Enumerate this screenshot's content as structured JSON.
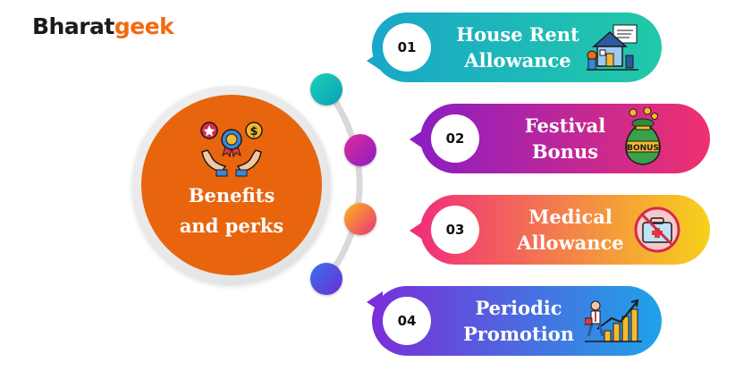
{
  "brand": {
    "part1": "Bharat",
    "part2": "geek"
  },
  "center": {
    "title": "Benefits\nand perks",
    "icon": "hands-award-icon"
  },
  "items": [
    {
      "number": "01",
      "label": "House Rent\nAllowance",
      "icon": "house-icon",
      "gradient": [
        "#1aa7c9",
        "#21c9a8"
      ]
    },
    {
      "number": "02",
      "label": "Festival\nBonus",
      "icon": "money-bag-icon",
      "gradient": [
        "#8b1ec2",
        "#f0306f"
      ]
    },
    {
      "number": "03",
      "label": "Medical\nAllowance",
      "icon": "medical-kit-icon",
      "gradient": [
        "#f0307a",
        "#f7d21a"
      ]
    },
    {
      "number": "04",
      "label": "Periodic\nPromotion",
      "icon": "growth-chart-icon",
      "gradient": [
        "#7a2fd8",
        "#1fa3e8"
      ]
    }
  ],
  "colors": {
    "center": "#e8650e",
    "brand_accent": "#f26a10"
  }
}
